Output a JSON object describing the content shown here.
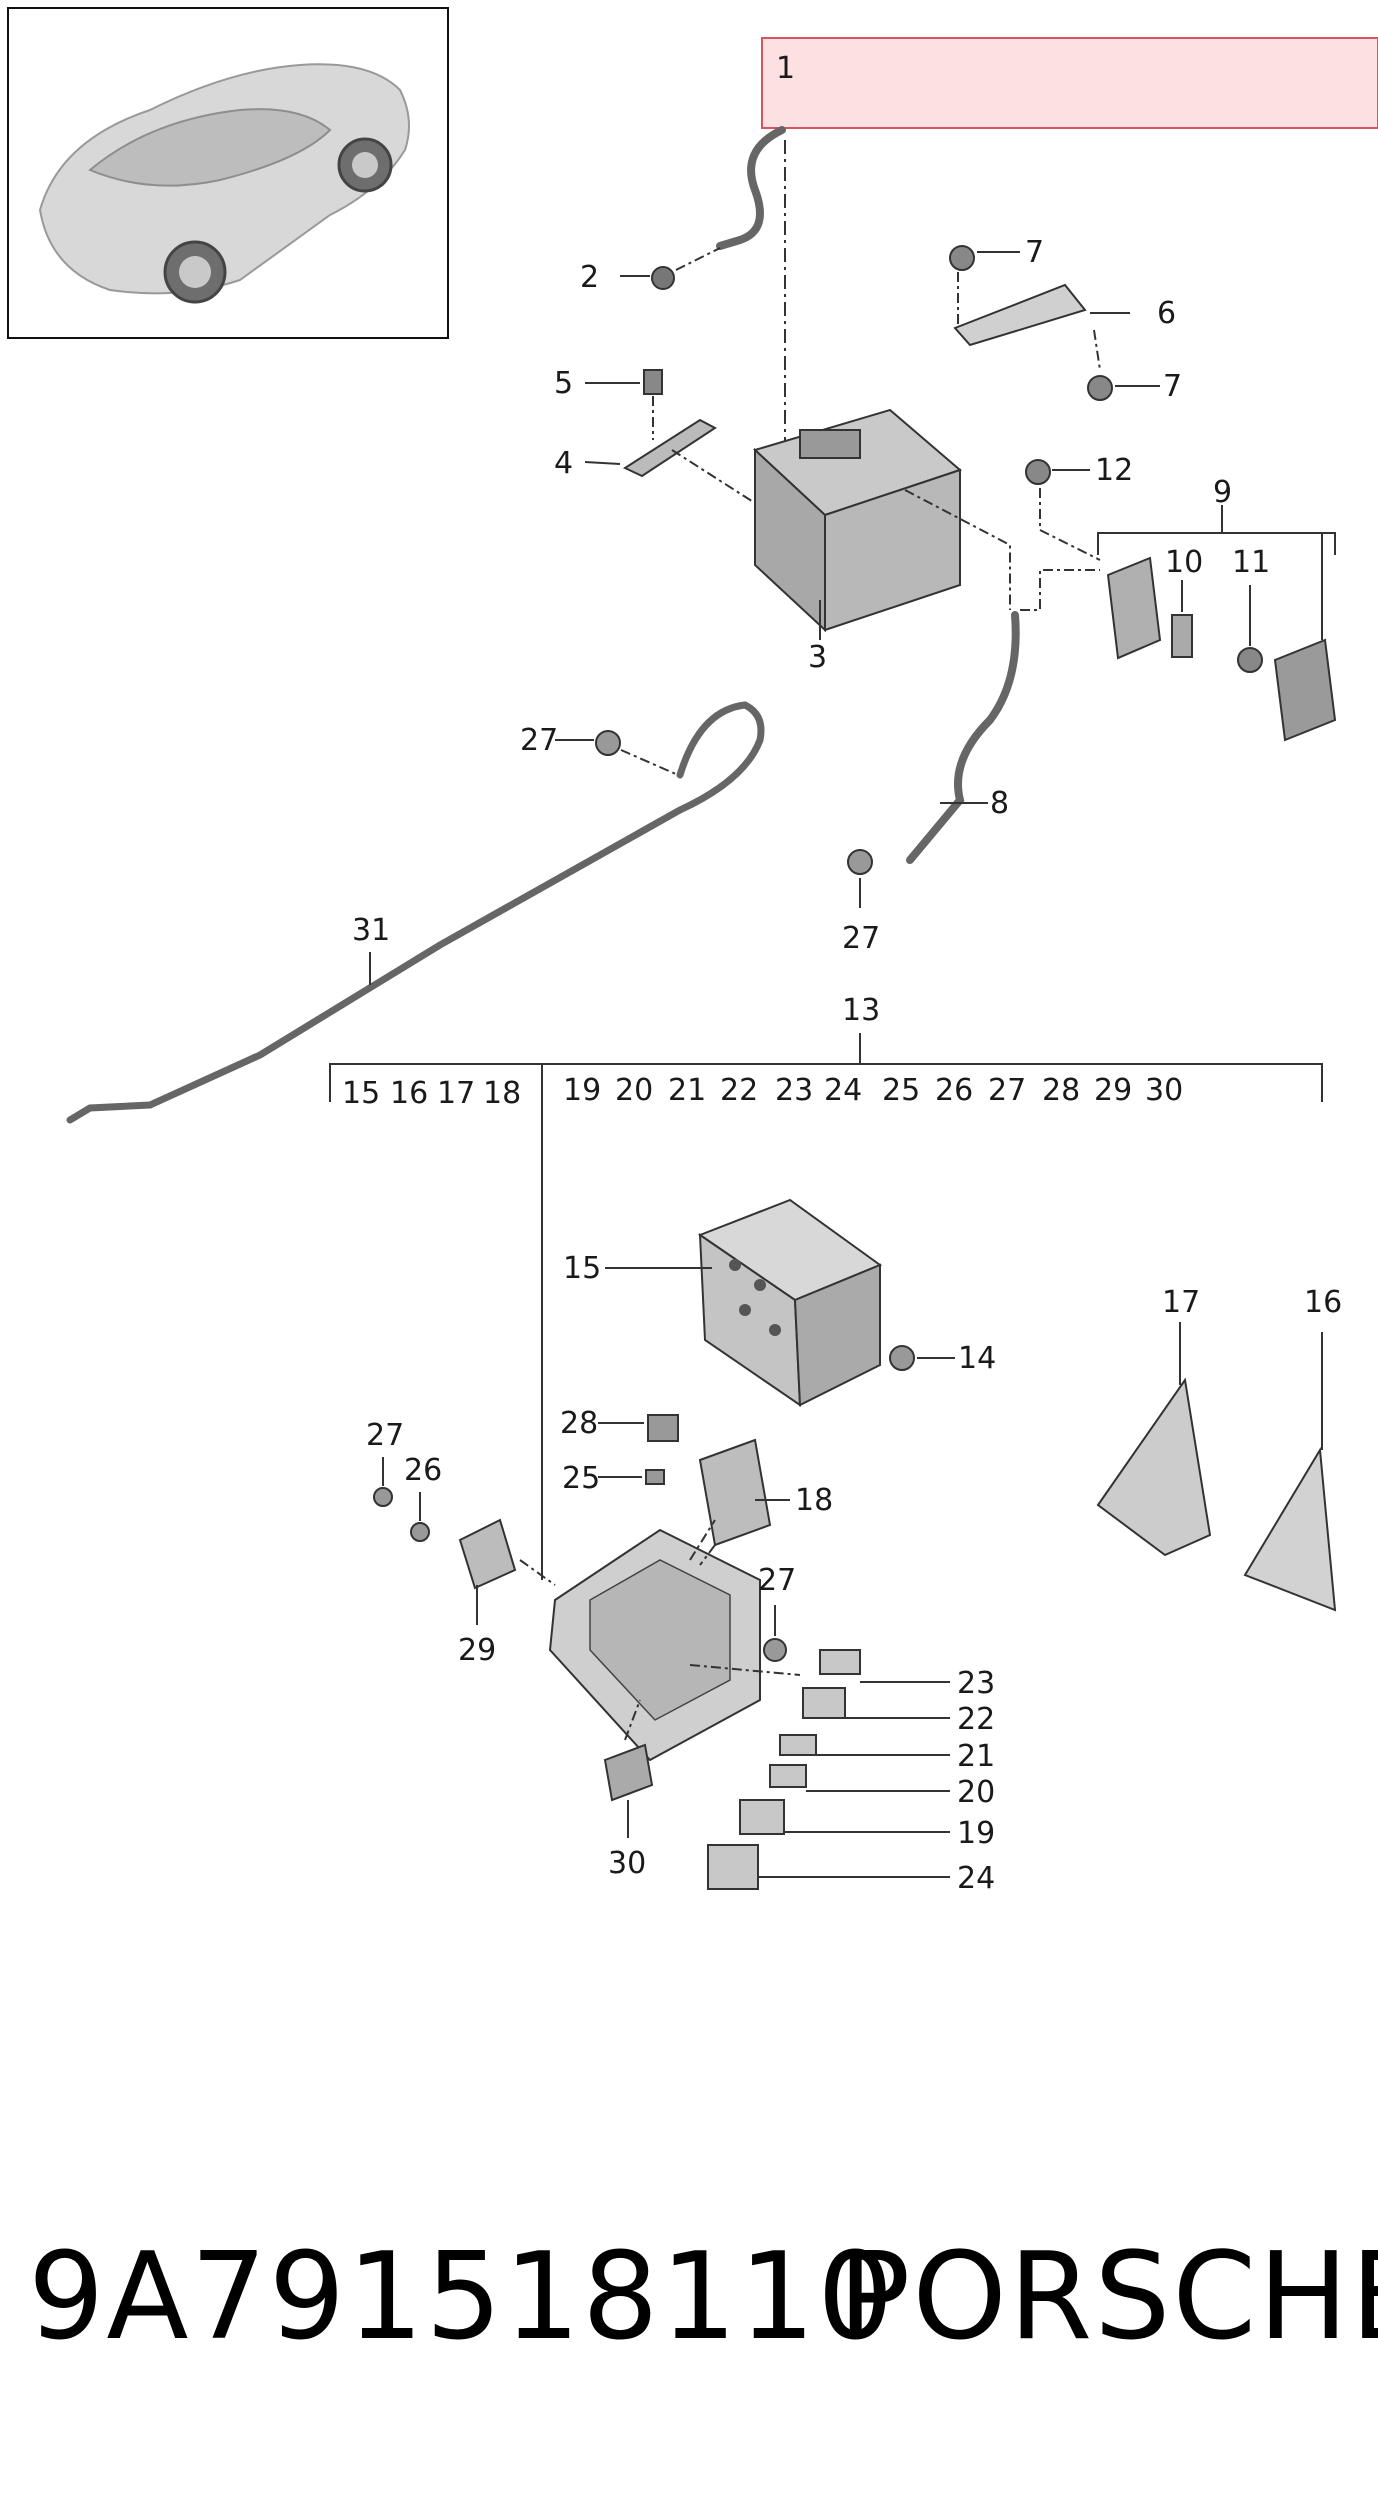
{
  "callouts": {
    "c1": "1",
    "c2": "2",
    "c3": "3",
    "c4": "4",
    "c5": "5",
    "c6": "6",
    "c7a": "7",
    "c7b": "7",
    "c8": "8",
    "c9": "9",
    "c10": "10",
    "c11": "11",
    "c12": "12",
    "c13": "13",
    "c14": "14",
    "c15": "15",
    "c16": "16",
    "c17": "17",
    "c18": "18",
    "c19": "19",
    "c20": "20",
    "c21": "21",
    "c22": "22",
    "c23": "23",
    "c24": "24",
    "c25": "25",
    "c26": "26",
    "c27a": "27",
    "c27b": "27",
    "c27c": "27",
    "c28": "28",
    "c29": "29",
    "c30": "30",
    "c31": "31"
  },
  "group13": [
    "15",
    "16",
    "17",
    "18",
    "19",
    "20",
    "21",
    "22",
    "23",
    "24",
    "25",
    "26",
    "27",
    "28",
    "29",
    "30"
  ],
  "footer": {
    "part_number": "9A791518110",
    "brand": "PORSCHE"
  },
  "colors": {
    "highlight_fill": "#fde0e2",
    "highlight_stroke": "#d9545f",
    "line": "#333333",
    "part_fill": "#cfcfcf",
    "part_dark": "#8a8a8a"
  }
}
